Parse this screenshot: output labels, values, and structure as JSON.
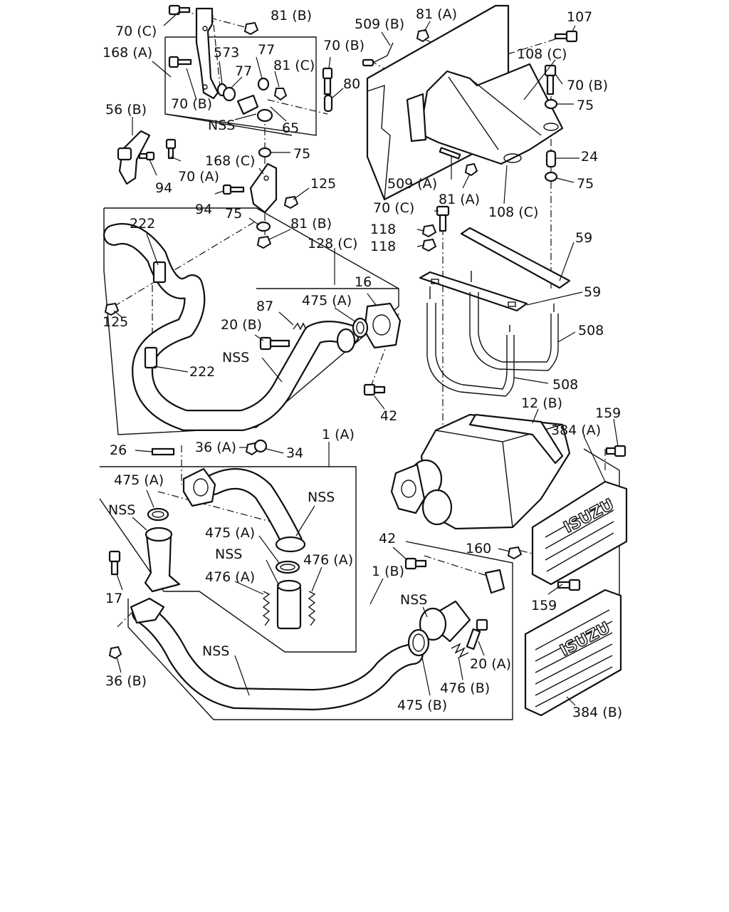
{
  "diagram": {
    "callouts": [
      {
        "id": "c70c_top",
        "text": "70 (C)"
      },
      {
        "id": "c81b_top",
        "text": "81 (B)"
      },
      {
        "id": "c168a",
        "text": "168 (A)"
      },
      {
        "id": "c573",
        "text": "573"
      },
      {
        "id": "c77a",
        "text": "77"
      },
      {
        "id": "c77b",
        "text": "77"
      },
      {
        "id": "c81c",
        "text": "81 (C)"
      },
      {
        "id": "c70b_left",
        "text": "70 (B)"
      },
      {
        "id": "cnss_top",
        "text": "NSS"
      },
      {
        "id": "c65",
        "text": "65"
      },
      {
        "id": "c70b_mid",
        "text": "70 (B)"
      },
      {
        "id": "c80",
        "text": "80"
      },
      {
        "id": "c509b",
        "text": "509 (B)"
      },
      {
        "id": "c81a_top",
        "text": "81 (A)"
      },
      {
        "id": "c107",
        "text": "107"
      },
      {
        "id": "c108c_top",
        "text": "108 (C)"
      },
      {
        "id": "c70b_right",
        "text": "70 (B)"
      },
      {
        "id": "c75_r1",
        "text": "75"
      },
      {
        "id": "c56b",
        "text": "56 (B)"
      },
      {
        "id": "c168c",
        "text": "168 (C)"
      },
      {
        "id": "c75_mid",
        "text": "75"
      },
      {
        "id": "c70a",
        "text": "70 (A)"
      },
      {
        "id": "c94a",
        "text": "94"
      },
      {
        "id": "c94b",
        "text": "94"
      },
      {
        "id": "c125_top",
        "text": "125"
      },
      {
        "id": "c75_low",
        "text": "75"
      },
      {
        "id": "c81b_low",
        "text": "81 (B)"
      },
      {
        "id": "c24",
        "text": "24"
      },
      {
        "id": "c75_r2",
        "text": "75"
      },
      {
        "id": "c509a",
        "text": "509 (A)"
      },
      {
        "id": "c81a_low",
        "text": "81 (A)"
      },
      {
        "id": "c108c_low",
        "text": "108 (C)"
      },
      {
        "id": "c70c_low",
        "text": "70 (C)"
      },
      {
        "id": "c118a",
        "text": "118"
      },
      {
        "id": "c118b",
        "text": "118"
      },
      {
        "id": "c59a",
        "text": "59"
      },
      {
        "id": "c59b",
        "text": "59"
      },
      {
        "id": "c222a",
        "text": "222"
      },
      {
        "id": "c128c",
        "text": "128 (C)"
      },
      {
        "id": "c16",
        "text": "16"
      },
      {
        "id": "c87",
        "text": "87"
      },
      {
        "id": "c475a_top",
        "text": "475 (A)"
      },
      {
        "id": "c20b",
        "text": "20 (B)"
      },
      {
        "id": "c125_left",
        "text": "125"
      },
      {
        "id": "cnss_pipe",
        "text": "NSS"
      },
      {
        "id": "c222b",
        "text": "222"
      },
      {
        "id": "c508a",
        "text": "508"
      },
      {
        "id": "c508b",
        "text": "508"
      },
      {
        "id": "c42a",
        "text": "42"
      },
      {
        "id": "c12b",
        "text": "12 (B)"
      },
      {
        "id": "c159a",
        "text": "159"
      },
      {
        "id": "c384a",
        "text": "384 (A)"
      },
      {
        "id": "c26",
        "text": "26"
      },
      {
        "id": "c36a",
        "text": "36 (A)"
      },
      {
        "id": "c34",
        "text": "34"
      },
      {
        "id": "c1a",
        "text": "1 (A)"
      },
      {
        "id": "c475a_l",
        "text": "475 (A)"
      },
      {
        "id": "cnss_l",
        "text": "NSS"
      },
      {
        "id": "cnss_bend",
        "text": "NSS"
      },
      {
        "id": "c475a_m",
        "text": "475 (A)"
      },
      {
        "id": "cnss_m",
        "text": "NSS"
      },
      {
        "id": "c476a_r",
        "text": "476 (A)"
      },
      {
        "id": "c476a_l",
        "text": "476 (A)"
      },
      {
        "id": "c17",
        "text": "17"
      },
      {
        "id": "c42b",
        "text": "42"
      },
      {
        "id": "c1b",
        "text": "1 (B)"
      },
      {
        "id": "c160",
        "text": "160"
      },
      {
        "id": "c159b",
        "text": "159"
      },
      {
        "id": "cnss_flange",
        "text": "NSS"
      },
      {
        "id": "cnss_long",
        "text": "NSS"
      },
      {
        "id": "c20a",
        "text": "20 (A)"
      },
      {
        "id": "c36b",
        "text": "36 (B)"
      },
      {
        "id": "c476b",
        "text": "476 (B)"
      },
      {
        "id": "c475b",
        "text": "475 (B)"
      },
      {
        "id": "c384b",
        "text": "384 (B)"
      }
    ],
    "logo_text": "ISUZU"
  }
}
